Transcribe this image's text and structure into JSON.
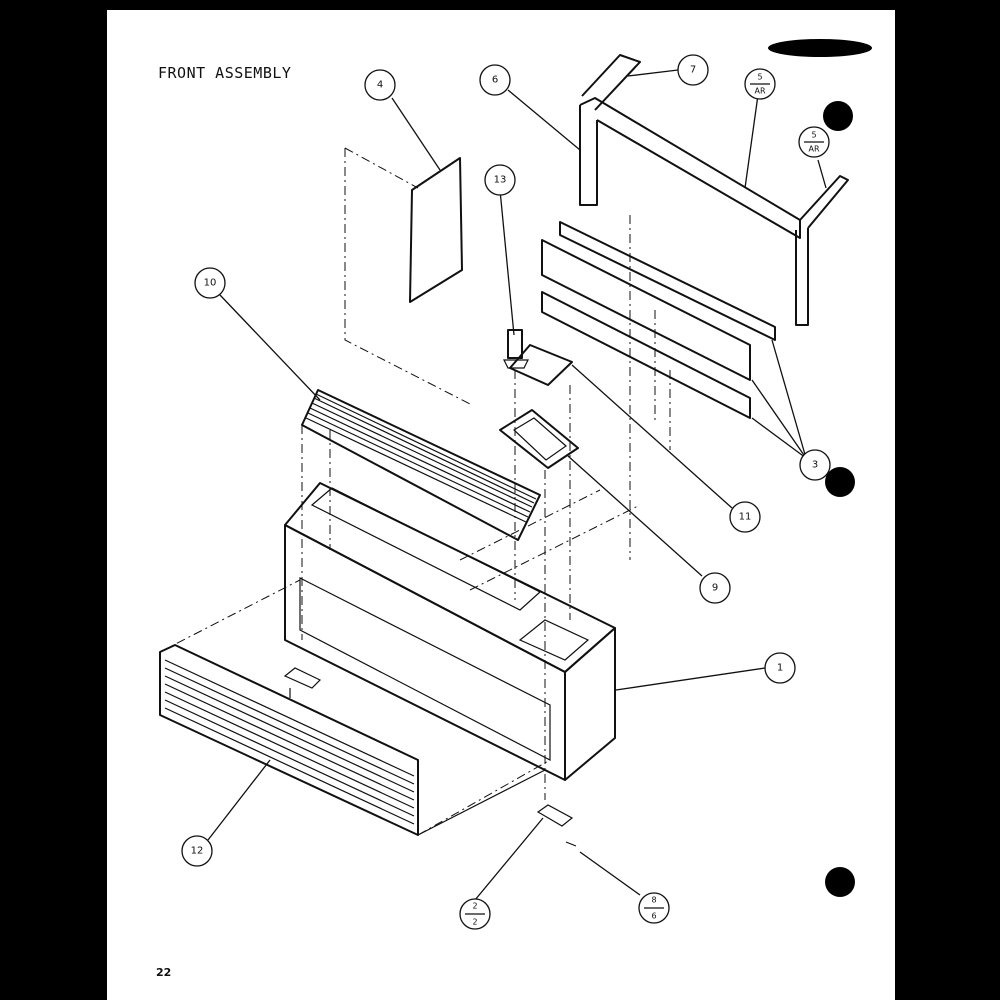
{
  "title": "FRONT ASSEMBLY",
  "page_number": "22",
  "callouts": [
    {
      "id": "c1",
      "label": "1"
    },
    {
      "id": "c2",
      "top": "2",
      "bottom": "2"
    },
    {
      "id": "c3",
      "label": "3"
    },
    {
      "id": "c4",
      "label": "4"
    },
    {
      "id": "c5a",
      "top": "5",
      "bottom": "AR"
    },
    {
      "id": "c5b",
      "top": "5",
      "bottom": "AR"
    },
    {
      "id": "c6",
      "label": "6"
    },
    {
      "id": "c7",
      "label": "7"
    },
    {
      "id": "c8",
      "top": "8",
      "bottom": "6"
    },
    {
      "id": "c9",
      "label": "9"
    },
    {
      "id": "c10",
      "label": "10"
    },
    {
      "id": "c11",
      "label": "11"
    },
    {
      "id": "c12",
      "label": "12"
    },
    {
      "id": "c13",
      "label": "13"
    }
  ]
}
